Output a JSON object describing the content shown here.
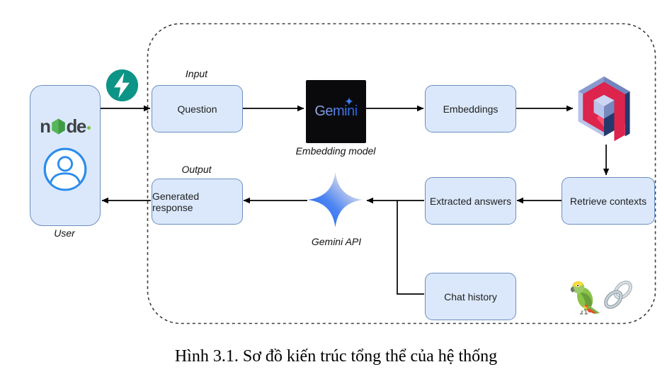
{
  "figure": {
    "caption": "Hình 3.1. Sơ đồ kiến trúc tổng thể của hệ thống"
  },
  "diagram": {
    "user": {
      "label": "User",
      "node_logo_prefix": "n",
      "node_logo_suffix": "de"
    },
    "section_labels": {
      "input": "Input",
      "output": "Output"
    },
    "boxes": {
      "question": "Question",
      "embeddings": "Embeddings",
      "retrieve_contexts": "Retrieve contexts",
      "extracted_answers": "Extracted answers",
      "chat_history": "Chat history",
      "generated_response": "Generated response"
    },
    "logos": {
      "gemini_wordmark": "Gemini",
      "embedding_model_label": "Embedding model",
      "gemini_api_label": "Gemini API"
    },
    "icons": {
      "fastapi": "fastapi-bolt-icon",
      "nodejs": "nodejs-hexagon-icon",
      "avatar": "user-avatar-icon",
      "gemini_sparkle": "gemini-sparkle-icon",
      "gemini_star": "gemini-star-icon",
      "qdrant": "qdrant-cube-icon",
      "parrot": "parrot-icon",
      "chain": "chain-link-icon"
    },
    "colors": {
      "box_fill": "#dbe8fc",
      "box_stroke": "#6c8ebf",
      "arrow": "#000000",
      "boundary_dash": "#3d3d3d",
      "fastapi_teal": "#0c9486",
      "node_green": "#4aa94d",
      "avatar_blue": "#2b8ceb",
      "qdrant_red": "#dc244c",
      "qdrant_navy": "#24386c",
      "qdrant_light": "#b9c4ea",
      "gemini_blue": "#1e63ea"
    }
  }
}
